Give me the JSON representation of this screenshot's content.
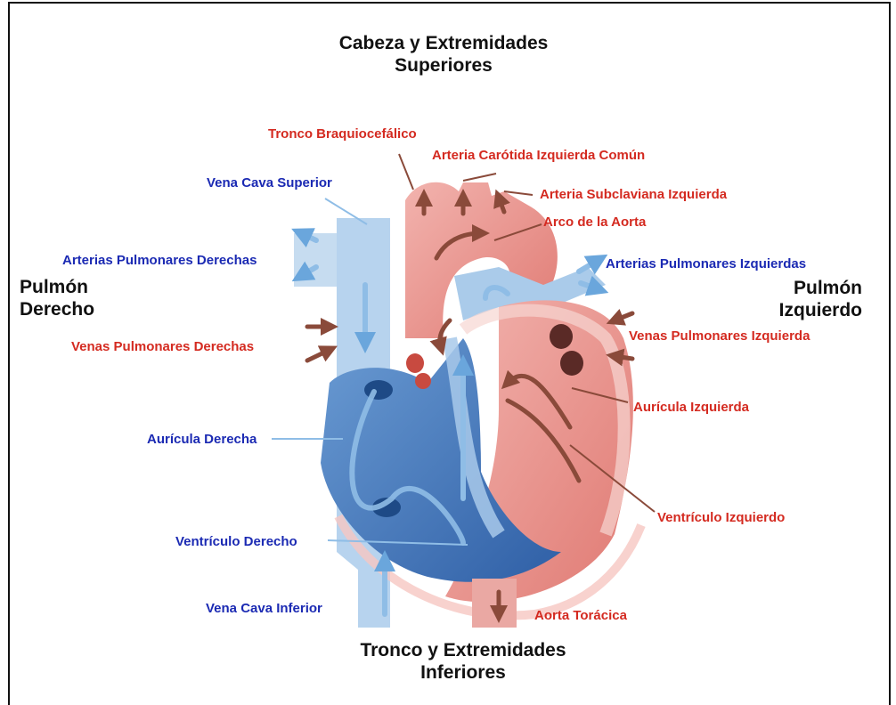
{
  "headings": {
    "top": [
      "Cabeza y Extremidades",
      "Superiores"
    ],
    "bottom": [
      "Tronco y Extremidades",
      "Inferiores"
    ],
    "left": [
      "Pulmón",
      "Derecho"
    ],
    "right": [
      "Pulmón",
      "Izquierdo"
    ]
  },
  "labels": {
    "tronco_braquiocefalico": "Tronco Braquiocefálico",
    "arteria_carotida": "Arteria Carótida Izquierda Común",
    "arteria_subclaviana": "Arteria Subclaviana Izquierda",
    "arco_aorta": "Arco de la Aorta",
    "vena_cava_superior": "Vena Cava Superior",
    "arterias_pulmonares_derechas": "Arterias Pulmonares Derechas",
    "arterias_pulmonares_izquierdas": "Arterias Pulmonares Izquierdas",
    "venas_pulmonares_derechas": "Venas Pulmonares Derechas",
    "venas_pulmonares_izquierda": "Venas Pulmonares Izquierda",
    "auricula_derecha": "Aurícula Derecha",
    "auricula_izquierda": "Aurícula Izquierda",
    "ventriculo_derecho": "Ventrículo Derecho",
    "ventriculo_izquierdo": "Ventrículo Izquierdo",
    "vena_cava_inferior": "Vena Cava Inferior",
    "aorta_toracica": "Aorta Torácica"
  },
  "colors": {
    "oxygenated_label": "#d42a20",
    "deoxygenated_label": "#1b2ab3",
    "oxygenated_tissue": "#e98a85",
    "deoxygenated_tissue": "#4b7dc0",
    "vessel_blue_light": "#9cc3e6"
  }
}
